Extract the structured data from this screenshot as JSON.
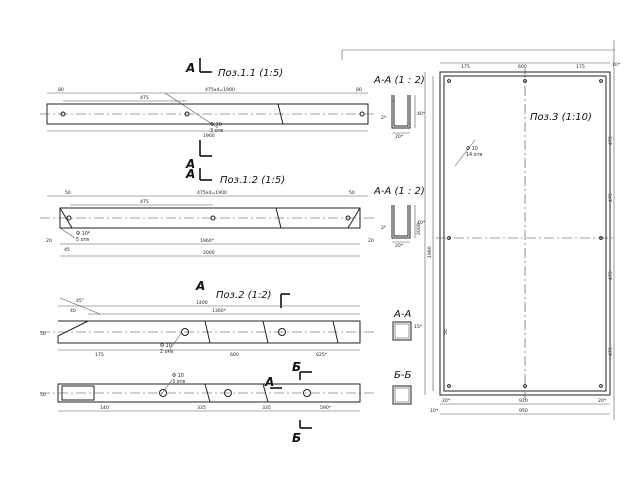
{
  "parts": {
    "p11": {
      "title": "Поз.1.1 (1:5)",
      "dims": {
        "left": "80",
        "seg": "475",
        "top": "475х4=1900",
        "right": "80",
        "total": "1960"
      },
      "hole": [
        "Ф 10",
        "3 отв"
      ]
    },
    "p12": {
      "title": "Поз.1.2 (1:5)",
      "dims": {
        "left": "50",
        "seg": "475",
        "top": "475х4=1900",
        "right": "50",
        "total": "1960*",
        "overall": "2000",
        "gapL": "20",
        "gapR": "20",
        "end": "45"
      },
      "hole": [
        "Ф 10*",
        "5 отв"
      ]
    },
    "p2": {
      "title": "Поз.2 (1:2)",
      "dims": {
        "angle": "45°",
        "a": "40",
        "top": "1400",
        "mid": "1360*",
        "d1": "175",
        "d2": "600",
        "d3": "625*",
        "side": "50"
      },
      "hole": [
        "Ф 10",
        "2 отв"
      ]
    },
    "p2b": {
      "dims": {
        "d1": "140",
        "d2": "335",
        "d3": "335",
        "d4": "590*",
        "side": "50"
      },
      "hole": [
        "Ф 10",
        "3 отв"
      ]
    },
    "p3": {
      "title": "Поз.3 (1:10)",
      "dims": {
        "a": "175",
        "b": "600",
        "c": "175",
        "top": "10*",
        "h1": "2000",
        "h2": "1980",
        "r1": "475",
        "r2": "475",
        "r3": "475",
        "r4": "475",
        "w1": "910",
        "w2": "950",
        "bl": "20*",
        "br": "20*",
        "bot": "10*",
        "s": "50"
      },
      "hole": [
        "Ф 10",
        "14 отв"
      ]
    }
  },
  "sections": {
    "aa1": {
      "title": "А-А (1 : 2)",
      "d1": "2*",
      "d2": "20*",
      "d3": "40*"
    },
    "aa2": {
      "title": "А-А (1 : 2)",
      "d1": "2*",
      "d2": "20*",
      "d3": "40*"
    },
    "aa3": {
      "title": "А-А",
      "d1": "15*"
    },
    "bb": {
      "title": "Б-Б"
    }
  },
  "markers": {
    "a": "А",
    "b": "Б"
  }
}
